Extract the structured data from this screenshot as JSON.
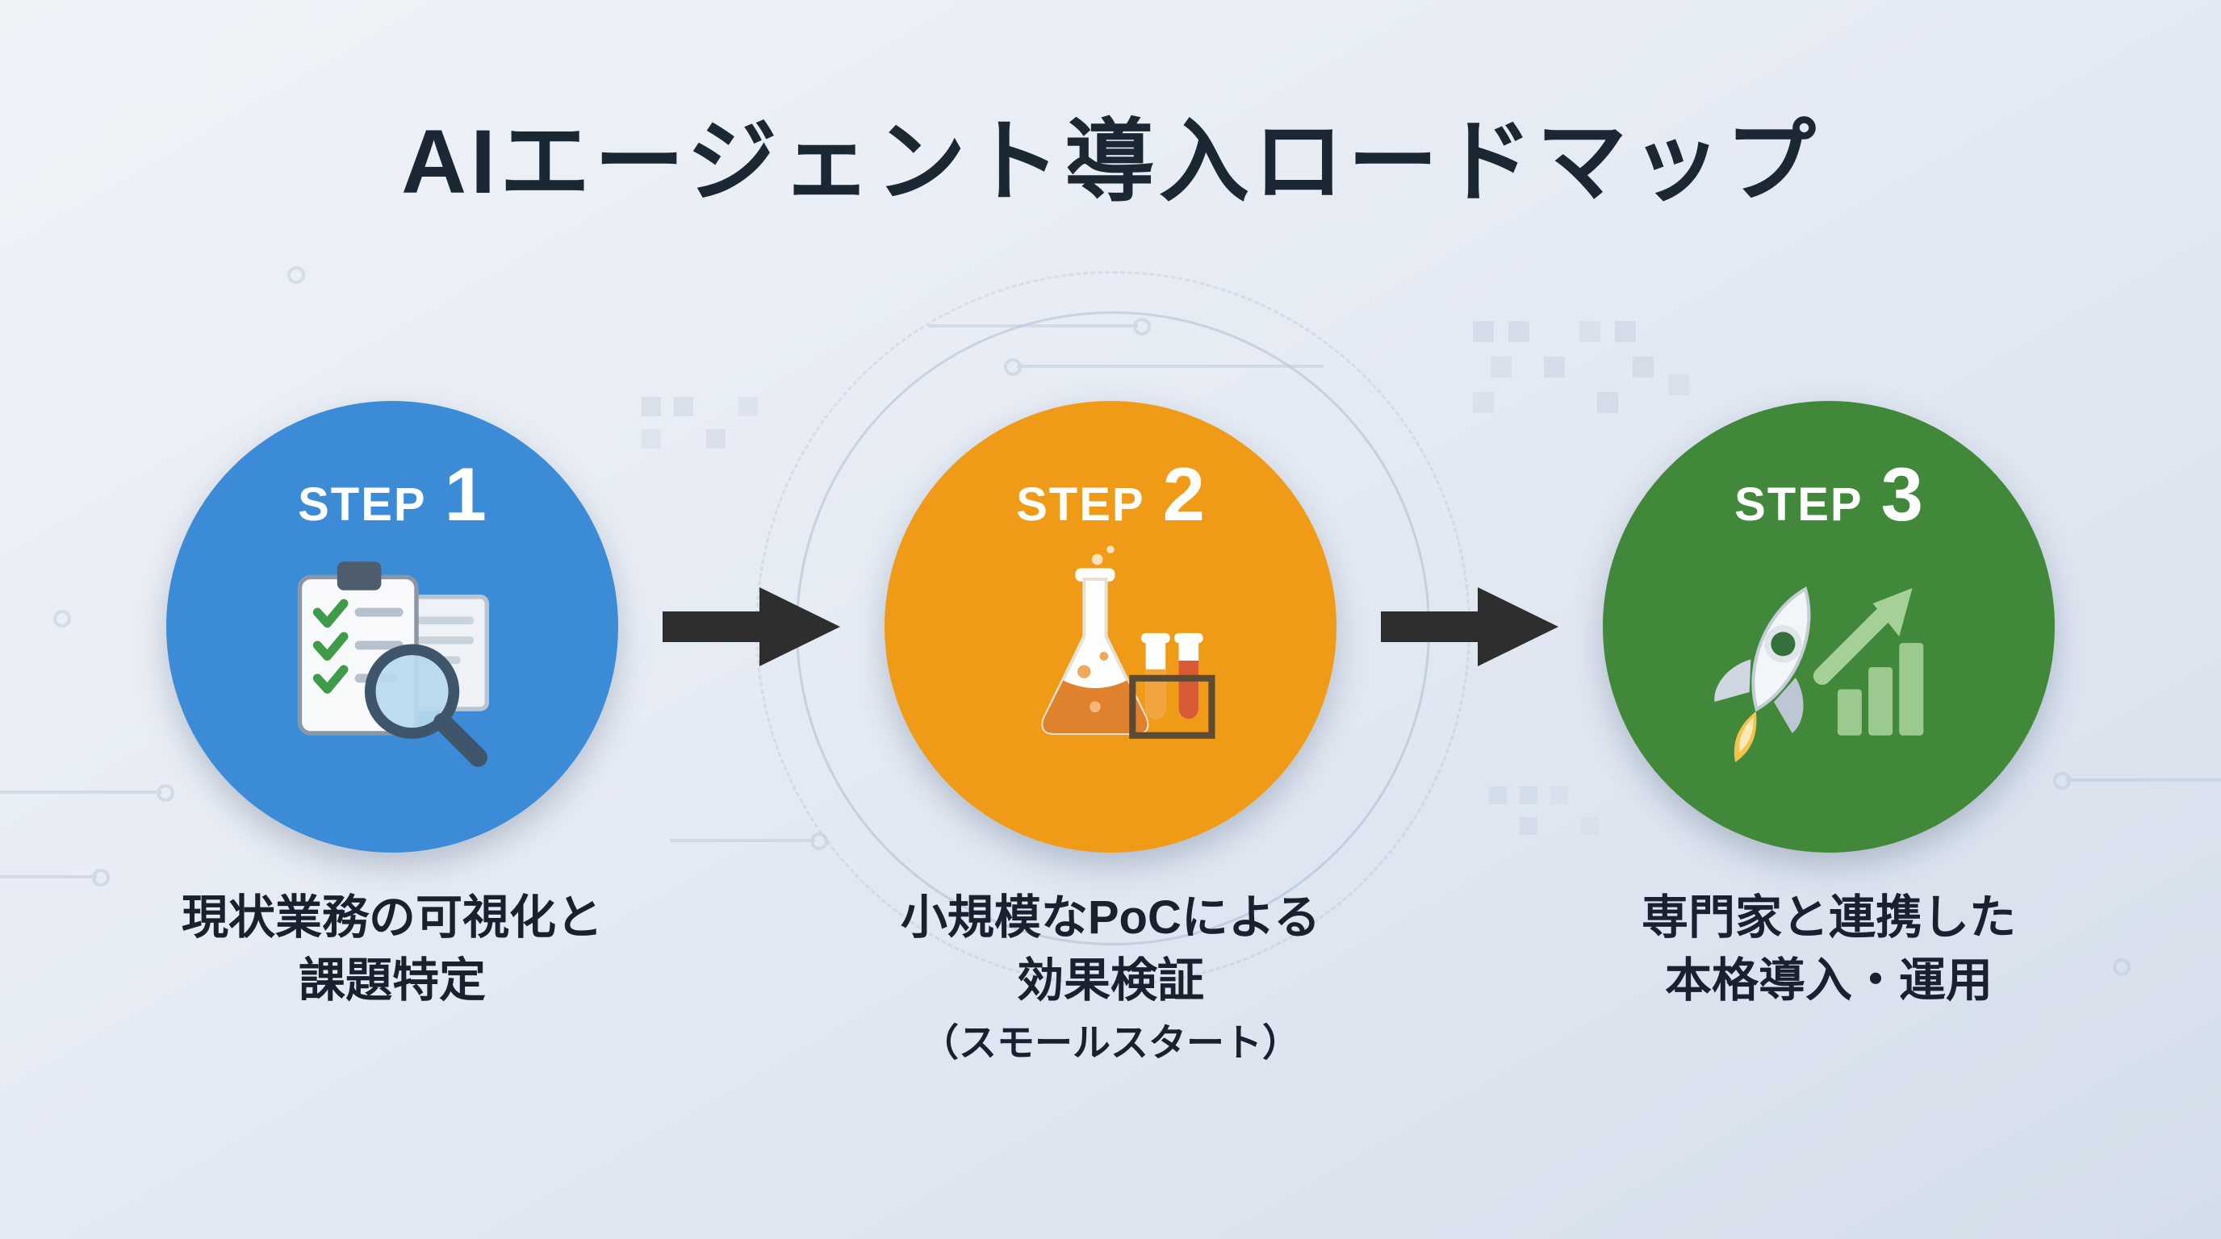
{
  "title": "AIエージェント導入ロードマップ",
  "arrow_color": "#2e2e2e",
  "steps": [
    {
      "label": "STEP",
      "number": "1",
      "color": "#3b8bd7",
      "icon": "clipboard-checklist-magnifier-icon",
      "caption_lines": [
        "現状業務の可視化と",
        "課題特定"
      ]
    },
    {
      "label": "STEP",
      "number": "2",
      "color": "#f09b17",
      "icon": "flask-test-tubes-icon",
      "caption_lines": [
        "小規模なPoCによる",
        "効果検証",
        "（スモールスタート）"
      ]
    },
    {
      "label": "STEP",
      "number": "3",
      "color": "#42883b",
      "icon": "rocket-growth-chart-icon",
      "caption_lines": [
        "専門家と連携した",
        "本格導入・運用"
      ]
    }
  ]
}
